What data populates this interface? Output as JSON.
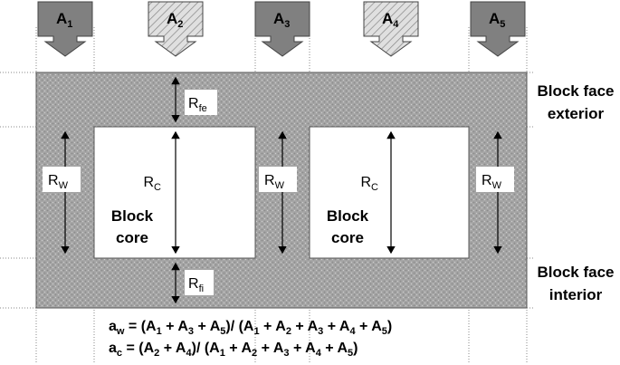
{
  "areas": [
    {
      "letter": "A",
      "sub": "1",
      "style": "solid"
    },
    {
      "letter": "A",
      "sub": "2",
      "style": "hatched"
    },
    {
      "letter": "A",
      "sub": "3",
      "style": "solid"
    },
    {
      "letter": "A",
      "sub": "4",
      "style": "hatched"
    },
    {
      "letter": "A",
      "sub": "5",
      "style": "solid"
    }
  ],
  "resistances": {
    "face_exterior": {
      "letter": "R",
      "sub": "fe"
    },
    "face_interior": {
      "letter": "R",
      "sub": "fi"
    },
    "web": {
      "letter": "R",
      "sub": "W"
    },
    "core": {
      "letter": "R",
      "sub": "C"
    }
  },
  "labels": {
    "block_core_line1": "Block",
    "block_core_line2": "core",
    "face_exterior_line1": "Block face",
    "face_exterior_line2": "exterior",
    "face_interior_line1": "Block face",
    "face_interior_line2": "interior"
  },
  "formulas": {
    "aw": {
      "lhs_letter": "a",
      "lhs_sub": "w",
      "num_open": " = (",
      "num_terms": [
        "1",
        "3",
        "5"
      ],
      "den_terms": [
        "1",
        "2",
        "3",
        "4",
        "5"
      ]
    },
    "ac": {
      "lhs_letter": "a",
      "lhs_sub": "c",
      "num_open": " = (",
      "num_terms": [
        "2",
        "4"
      ],
      "den_terms": [
        "1",
        "2",
        "3",
        "4",
        "5"
      ]
    }
  },
  "colors": {
    "block_fill": "#a6a6a6",
    "arrow_solid": "#808080",
    "arrow_hatched": "#e0e0e0",
    "core_fill": "#ffffff"
  }
}
